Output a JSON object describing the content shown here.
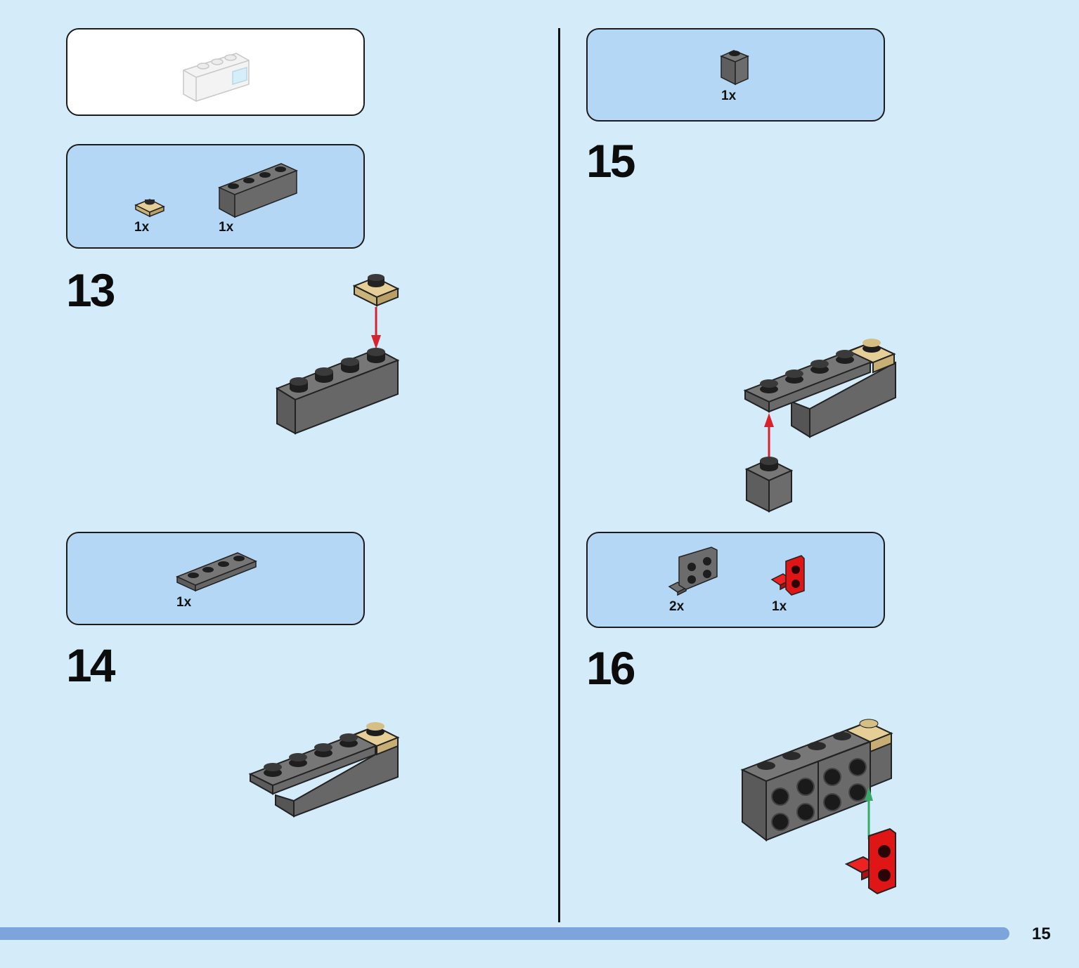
{
  "page": {
    "number": "15"
  },
  "colors": {
    "background": "#d4ebfa",
    "callout_fill": "#b3d7f4",
    "progress_bar": "#7ea5db",
    "dark_stone_grey": "#6b6b6b",
    "tan": "#e0c98e",
    "bright_red": "#e01515",
    "arrow_red": "#d8232f",
    "arrow_green": "#3aa86b"
  },
  "submodel": {
    "part_icon": "transparent-brick-icon"
  },
  "steps": [
    {
      "number": "13",
      "parts": [
        {
          "qty": "1x",
          "icon": "tan-plate-1x1-icon"
        },
        {
          "qty": "1x",
          "icon": "dark-grey-brick-1x4-icon"
        }
      ]
    },
    {
      "number": "14",
      "parts": [
        {
          "qty": "1x",
          "icon": "dark-grey-plate-1x4-icon"
        }
      ]
    },
    {
      "number": "15",
      "parts": [
        {
          "qty": "1x",
          "icon": "dark-grey-brick-1x1-icon"
        }
      ]
    },
    {
      "number": "16",
      "parts": [
        {
          "qty": "2x",
          "icon": "dark-grey-bracket-icon"
        },
        {
          "qty": "1x",
          "icon": "red-bracket-icon"
        }
      ]
    }
  ]
}
